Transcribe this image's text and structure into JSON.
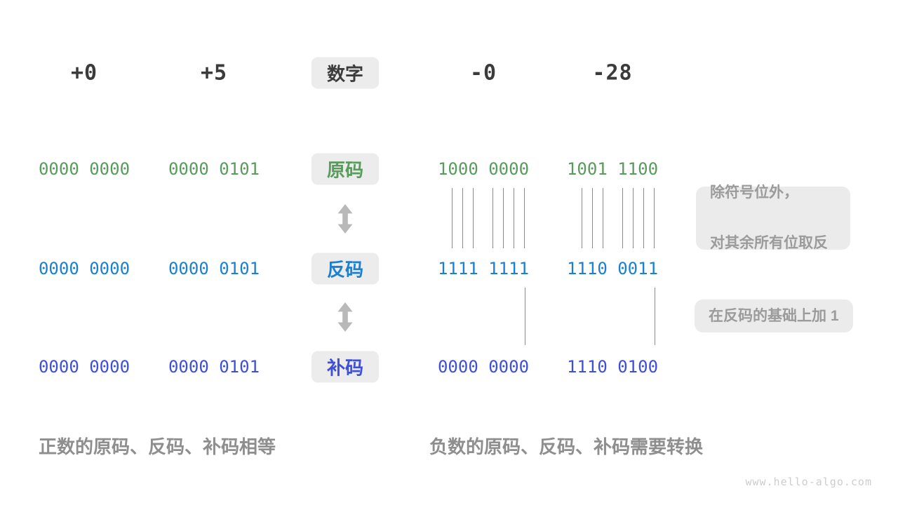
{
  "row_labels": {
    "number": "数字",
    "sign_magnitude": "原码",
    "ones_complement": "反码",
    "twos_complement": "补码"
  },
  "columns": [
    {
      "number": "+0",
      "sign_magnitude": "0000 0000",
      "ones_complement": "0000 0000",
      "twos_complement": "0000 0000"
    },
    {
      "number": "+5",
      "sign_magnitude": "0000 0101",
      "ones_complement": "0000 0101",
      "twos_complement": "0000 0101"
    },
    {
      "number": "-0",
      "sign_magnitude": "1000 0000",
      "ones_complement": "1111 1111",
      "twos_complement": "0000 0000"
    },
    {
      "number": "-28",
      "sign_magnitude": "1001 1100",
      "ones_complement": "1110 0011",
      "twos_complement": "1110 0100"
    }
  ],
  "annotations": {
    "invert_line1": "除符号位外，",
    "invert_line2": "对其余所有位取反",
    "add_one": "在反码的基础上加 1"
  },
  "captions": {
    "positive": "正数的原码、反码、补码相等",
    "negative": "负数的原码、反码、补码需要转换"
  },
  "watermark": "www.hello-algo.com",
  "colors": {
    "sign_magnitude_green": "#589c5c",
    "ones_complement_blue": "#1b80d1",
    "twos_complement_indigo": "#3e4fd8",
    "label_dark": "#3c3c3c",
    "annotation_gray": "#9b9b9b",
    "box_background": "#ececec"
  }
}
